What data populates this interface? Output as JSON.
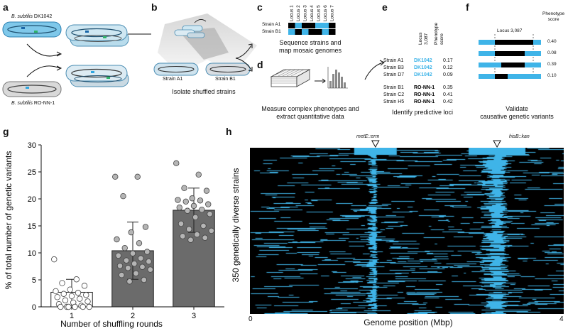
{
  "panels": {
    "a": "a",
    "b": "b",
    "c": "c",
    "d": "d",
    "e": "e",
    "f": "f",
    "g": "g",
    "h": "h"
  },
  "panel_a": {
    "strain_top_species": "B. subtilis",
    "strain_top_name": "DK1042",
    "strain_bottom_species": "B. subtilis",
    "strain_bottom_name": "RO-NN-1"
  },
  "panel_b": {
    "strain_left": "Strain A1",
    "strain_right": "Strain B1",
    "caption": "Isolate shuffled strains"
  },
  "panel_c": {
    "loci": [
      "Locus 1",
      "Locus 2",
      "Locus 3",
      "Locus 4",
      "Locus 5",
      "Locus 6",
      "Locus 7"
    ],
    "rows": [
      {
        "name": "Strain A1",
        "cells": [
          "k",
          "b",
          "k",
          "k",
          "b",
          "b",
          "k"
        ]
      },
      {
        "name": "Strain B1",
        "cells": [
          "b",
          "k",
          "b",
          "k",
          "k",
          "b",
          "k"
        ]
      }
    ],
    "caption_line1": "Sequence strains and",
    "caption_line2": "map mosaic genomes"
  },
  "panel_d": {
    "caption_line1": "Measure complex phenotypes and",
    "caption_line2": "extract quantitative data"
  },
  "panel_e": {
    "col_locus": "Locus 3,087",
    "col_locus_l1": "Locus",
    "col_locus_l2": "3,087",
    "col_score_l1": "Phenotype",
    "col_score_l2": "score",
    "rows": [
      {
        "strain": "Strain A1",
        "allele": "DK1042",
        "score": "0.17",
        "blue": true
      },
      {
        "strain": "Strain B3",
        "allele": "DK1042",
        "score": "0.12",
        "blue": true
      },
      {
        "strain": "Strain D7",
        "allele": "DK1042",
        "score": "0.09",
        "blue": true
      },
      {
        "strain": "Strain B1",
        "allele": "RO-NN-1",
        "score": "0.35",
        "blue": false
      },
      {
        "strain": "Strain C2",
        "allele": "RO-NN-1",
        "score": "0.41",
        "blue": false
      },
      {
        "strain": "Strain H5",
        "allele": "RO-NN-1",
        "score": "0.42",
        "blue": false
      }
    ],
    "caption": "Identify predictive loci"
  },
  "panel_f": {
    "locus_label": "Locus 3,087",
    "score_header_l1": "Phenotype",
    "score_header_l2": "score",
    "scores": [
      "0.40",
      "0.08",
      "0.39",
      "0.10"
    ],
    "caption_line1": "Validate",
    "caption_line2": "causative genetic variants"
  },
  "colors": {
    "blue": "#3fb4e8",
    "black": "#000000",
    "bar_gray": "#6b6b6b",
    "dot_gray": "#b5b5b5"
  },
  "chart_data": {
    "type": "bar",
    "categories": [
      "1",
      "2",
      "3"
    ],
    "values": [
      2.7,
      10.4,
      17.9
    ],
    "errors": [
      2.4,
      5.3,
      4.1
    ],
    "points": [
      [
        8.8,
        5.1,
        4.4,
        3.9,
        3.2,
        2.9,
        2.6,
        2.4,
        2.2,
        2.0,
        1.8,
        1.5,
        1.2,
        1.0,
        0.8,
        0.5,
        0.2,
        0.0,
        0.0,
        0.0,
        0.0,
        0.0,
        0.0
      ],
      [
        24.1,
        24.1,
        20.5,
        14.8,
        13.8,
        12.5,
        11.8,
        10.9,
        10.2,
        9.9,
        9.5,
        9.0,
        8.6,
        8.4,
        8.0,
        7.6,
        7.4,
        7.2,
        6.9,
        6.2,
        5.9,
        5.0,
        4.7
      ],
      [
        26.6,
        24.5,
        22.0,
        21.5,
        20.1,
        19.8,
        19.7,
        19.5,
        19.0,
        18.7,
        18.4,
        18.0,
        17.8,
        17.2,
        16.6,
        15.4,
        15.0,
        14.4,
        14.1,
        13.4,
        13.1,
        12.8,
        12.4
      ]
    ],
    "xlabel": "Number of shuffling rounds",
    "ylabel": "% of total number of genetic variants",
    "ylim": [
      0,
      30
    ],
    "yticks": [
      "0",
      "5",
      "10",
      "15",
      "20",
      "25",
      "30"
    ],
    "grid": false
  },
  "panel_h": {
    "ylabel": "350 genetically diverse strains",
    "xlabel": "Genome position (Mbp)",
    "x_start": "0",
    "x_end": "4",
    "xlim": [
      0,
      4
    ],
    "marker1": "metE::erm",
    "marker1_pos_mbp": 1.6,
    "marker2": "hisB::kan",
    "marker2_pos_mbp": 3.15
  }
}
